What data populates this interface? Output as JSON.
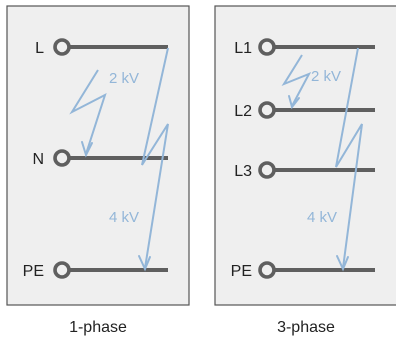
{
  "diagrams": [
    {
      "caption": "1-phase",
      "terminals": [
        "L",
        "N",
        "PE"
      ],
      "surges": [
        {
          "label": "2 kV",
          "from": "L",
          "to": "N"
        },
        {
          "label": "4 kV",
          "from": "L",
          "to": "PE"
        }
      ]
    },
    {
      "caption": "3-phase",
      "terminals": [
        "L1",
        "L2",
        "L3",
        "PE"
      ],
      "surges": [
        {
          "label": "2 kV",
          "from": "L1",
          "to": "L2"
        },
        {
          "label": "4 kV",
          "from": "L1",
          "to": "PE"
        }
      ]
    }
  ],
  "colors": {
    "panel_fill": "#efefef",
    "panel_border": "#555555",
    "conductor": "#5f5f5f",
    "surge": "#93b6d8"
  }
}
